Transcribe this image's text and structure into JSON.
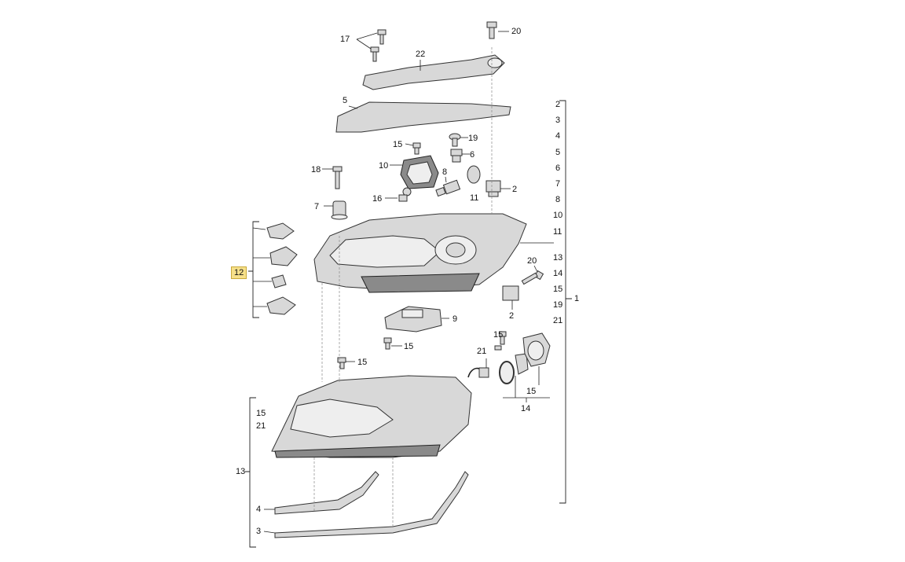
{
  "labels": {
    "l17": "17",
    "l20a": "20",
    "l22": "22",
    "l5": "5",
    "l15a": "15",
    "l19a": "19",
    "l10": "10",
    "l6": "6",
    "l18": "18",
    "l8": "8",
    "l16": "16",
    "l11": "11",
    "l2a": "2",
    "l7": "7",
    "l12": "12",
    "l20b": "20",
    "l2b": "2",
    "l9": "9",
    "l15b": "15",
    "l15c": "15",
    "l15d": "15",
    "l21a": "21",
    "l15e": "15",
    "l14": "14",
    "l15f": "15",
    "l21b": "21",
    "l13": "13",
    "l4": "4",
    "l3": "3",
    "l1": "1",
    "column": [
      "2",
      "3",
      "4",
      "5",
      "6",
      "7",
      "8",
      "10",
      "11",
      "13",
      "14",
      "15",
      "19",
      "21"
    ]
  }
}
